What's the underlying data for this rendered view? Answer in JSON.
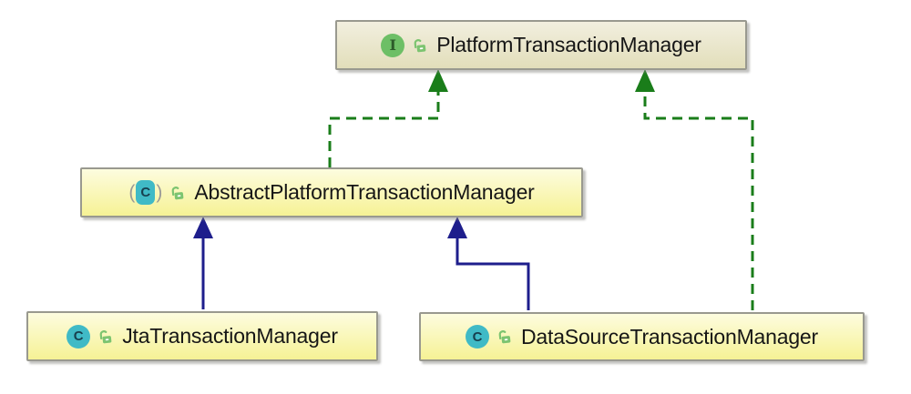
{
  "diagram": {
    "tool": "uml-class-diagram",
    "nodes": [
      {
        "id": "PlatformTransactionManager",
        "label": "PlatformTransactionManager",
        "kind": "interface",
        "icon": "interface-icon",
        "icon_letter": "I",
        "visibility": "public"
      },
      {
        "id": "AbstractPlatformTransactionManager",
        "label": "AbstractPlatformTransactionManager",
        "kind": "abstract-class",
        "icon": "abstract-class-icon",
        "icon_letter": "C",
        "icon_prefix": "(",
        "icon_suffix": ")",
        "visibility": "public"
      },
      {
        "id": "JtaTransactionManager",
        "label": "JtaTransactionManager",
        "kind": "class",
        "icon": "class-icon",
        "icon_letter": "C",
        "visibility": "public"
      },
      {
        "id": "DataSourceTransactionManager",
        "label": "DataSourceTransactionManager",
        "kind": "class",
        "icon": "class-icon",
        "icon_letter": "C",
        "visibility": "public"
      }
    ],
    "edges": [
      {
        "from": "AbstractPlatformTransactionManager",
        "to": "PlatformTransactionManager",
        "type": "realization",
        "line": "dashed"
      },
      {
        "from": "DataSourceTransactionManager",
        "to": "PlatformTransactionManager",
        "type": "realization",
        "line": "dashed"
      },
      {
        "from": "JtaTransactionManager",
        "to": "AbstractPlatformTransactionManager",
        "type": "generalization",
        "line": "solid"
      },
      {
        "from": "DataSourceTransactionManager",
        "to": "AbstractPlatformTransactionManager",
        "type": "generalization",
        "line": "solid"
      }
    ],
    "colors": {
      "realization": "#1a7d1a",
      "generalization": "#1e1e8c",
      "interface_icon": "#6dbf66",
      "class_icon": "#40bac6",
      "lock_icon": "#7cc470",
      "node_fill_top": "#fdfcdf",
      "node_fill_bottom": "#f6f295",
      "interface_fill_top": "#f2efdf",
      "interface_fill_bottom": "#e2deba",
      "node_border": "#99998f",
      "background": "#ffffff"
    }
  }
}
